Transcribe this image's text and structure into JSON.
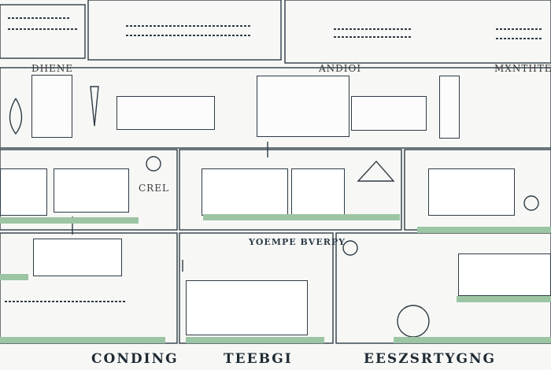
{
  "top_scribbles": [
    "DHENE",
    "ANDIOI",
    "MXNTHTE"
  ],
  "mid_title": "YOEMPE BVERPY",
  "center_scribble": "CREL",
  "footer": {
    "left": "CONDING",
    "center": "TEEBGI",
    "right": "EESZSRTYGNG"
  }
}
